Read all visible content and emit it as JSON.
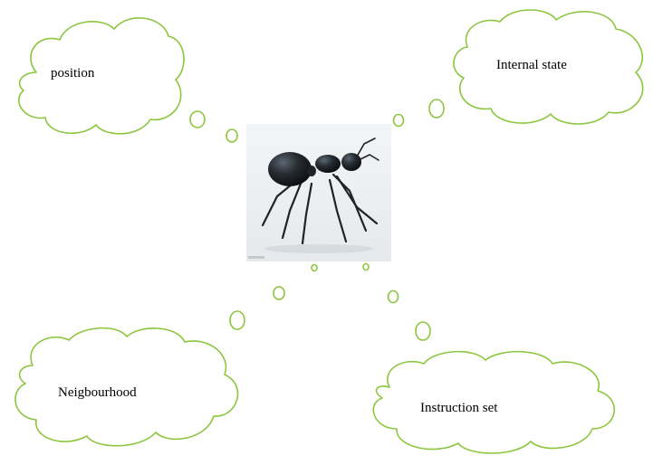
{
  "thoughts": {
    "position": "position",
    "internal_state": "Internal state",
    "neighbourhood": "Neigbourhood",
    "instruction_set": "Instruction set"
  },
  "colors": {
    "cloud_outline": "#8cc63f",
    "ant_body": "#1f2327",
    "photo_background": "#eef1f3"
  },
  "icons": {
    "center_image": "ant-icon"
  }
}
